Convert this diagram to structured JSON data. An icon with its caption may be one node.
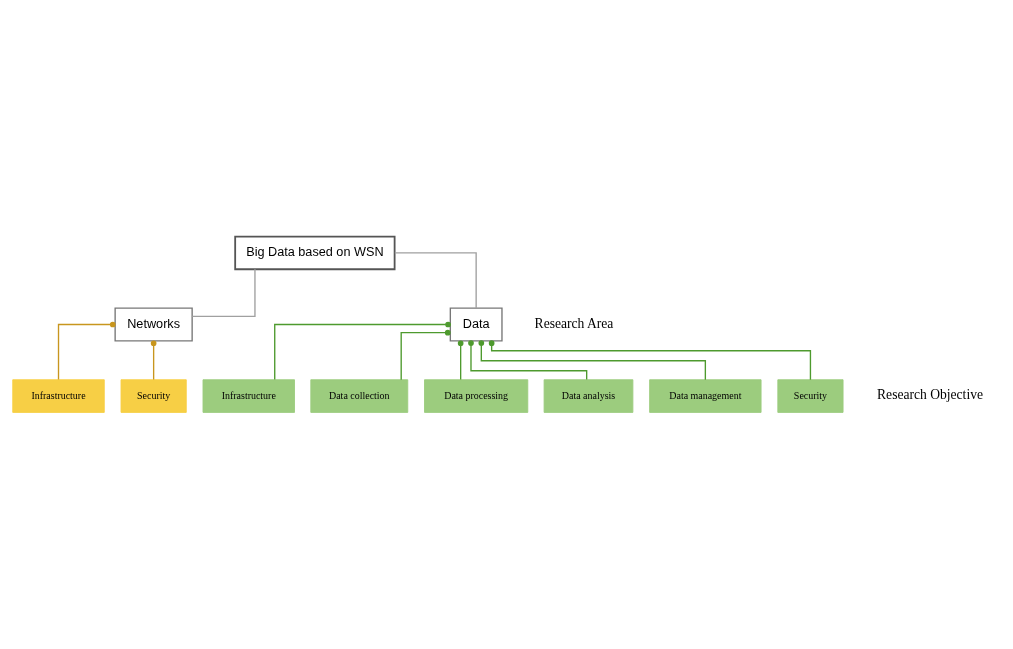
{
  "diagram": {
    "nodes": [
      {
        "text": [
          "Big Data based on WSN"
        ]
      },
      {
        "text": [
          "Networks"
        ]
      },
      {
        "text": [
          "Data"
        ]
      },
      {
        "text": [
          "Infrastructure"
        ]
      },
      {
        "text": [
          "Security"
        ]
      },
      {
        "text": [
          "Infrastructure"
        ]
      },
      {
        "text": [
          "Data collection"
        ]
      },
      {
        "text": [
          "Data processing"
        ]
      },
      {
        "text": [
          "Data analysis"
        ]
      },
      {
        "text": [
          "Data management"
        ]
      },
      {
        "text": [
          "Security"
        ]
      }
    ],
    "edges": [
      {
        "from": 0,
        "to": 1,
        "arrow": "none",
        "color": "#a0a0a0"
      },
      {
        "from": 0,
        "to": 2,
        "arrow": "none",
        "color": "#a0a0a0"
      },
      {
        "from": 1,
        "to": 3,
        "arrow": "other",
        "color": "#c8961e"
      },
      {
        "from": 1,
        "to": 4,
        "arrow": "other",
        "color": "#c8961e"
      },
      {
        "from": 2,
        "to": 5,
        "arrow": "other"
      },
      {
        "from": 2,
        "to": 6,
        "arrow": "other"
      },
      {
        "from": 2,
        "to": 7,
        "arrow": "other"
      },
      {
        "from": 2,
        "to": 8,
        "arrow": "other"
      },
      {
        "from": 2,
        "to": 9,
        "arrow": "other"
      },
      {
        "from": 2,
        "to": 10,
        "arrow": "other"
      }
    ],
    "labels": [
      "Research Area",
      "Research Objective"
    ]
  }
}
